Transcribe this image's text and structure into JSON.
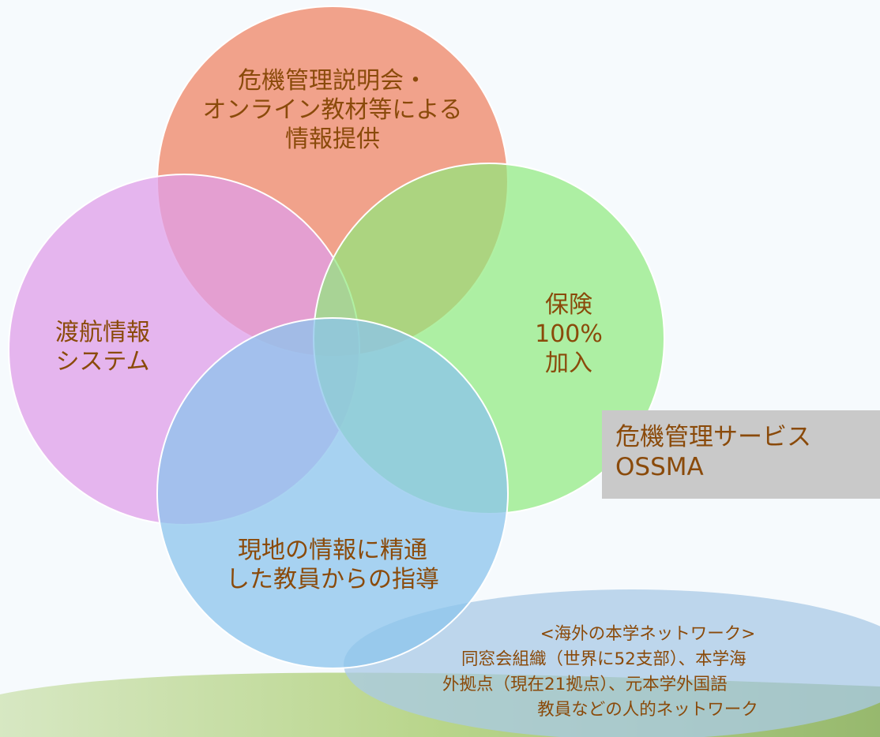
{
  "venn": {
    "top_label": "危機管理説明会・\nオンライン教材等による\n情報提供",
    "left_label": "渡航情報\nシステム",
    "right_label": "保険\n100%\n加入",
    "bottom_label": "現地の情報に精通\nした教員からの指導"
  },
  "ossma": {
    "label": "危機管理サービス\nOSSMA"
  },
  "network": {
    "title": "<海外の本学ネットワーク>",
    "line1": "同窓会組織（世界に52支部）、本学海",
    "line2": "外拠点（現在21拠点）、元本学外国語",
    "line3": "教員などの人的ネットワーク"
  },
  "colors": {
    "top_circle": "#f08c6e",
    "left_circle": "#df9ee8",
    "right_circle": "#8eea7c",
    "bottom_circle": "#8cc4ec",
    "network_ellipse": "#a9c9e6",
    "text": "#8a4a0a",
    "ossma_box": "#c9c9c9"
  }
}
